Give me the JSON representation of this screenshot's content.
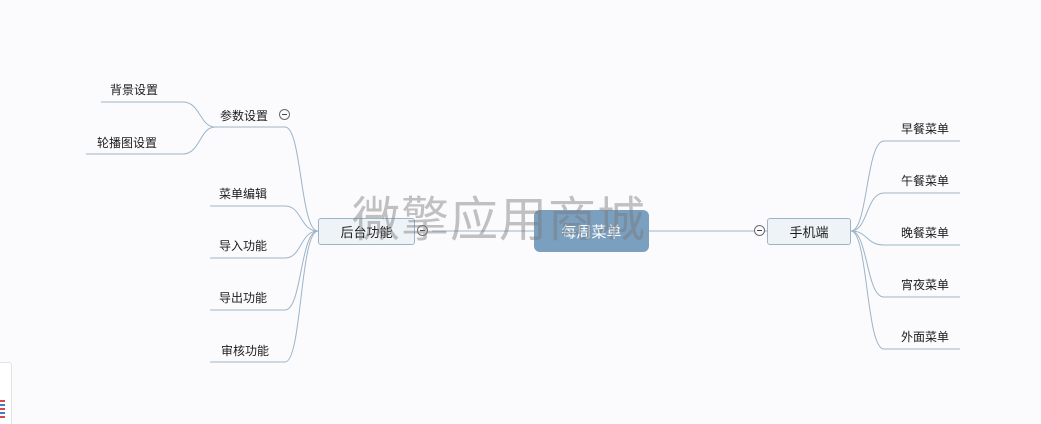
{
  "root": {
    "label": "每周菜单"
  },
  "left_branch": {
    "label": "后台功能",
    "children": [
      {
        "label": "参数设置",
        "children": [
          {
            "label": "背景设置"
          },
          {
            "label": "轮播图设置"
          }
        ]
      },
      {
        "label": "菜单编辑"
      },
      {
        "label": "导入功能"
      },
      {
        "label": "导出功能"
      },
      {
        "label": "审核功能"
      }
    ]
  },
  "right_branch": {
    "label": "手机端",
    "children": [
      {
        "label": "早餐菜单"
      },
      {
        "label": "午餐菜单"
      },
      {
        "label": "晚餐菜单"
      },
      {
        "label": "宵夜菜单"
      },
      {
        "label": "外面菜单"
      }
    ]
  },
  "watermark": "微擎应用商城",
  "colors": {
    "root_fill": "#7a9fbf",
    "branch_fill": "#eef3f8",
    "branch_border": "#9cb4c8",
    "link": "#9cb4c8"
  }
}
